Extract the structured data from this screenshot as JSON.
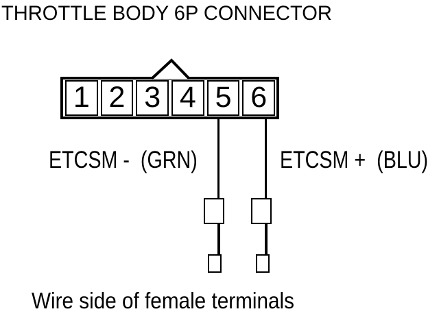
{
  "title": "THROTTLE BODY 6P CONNECTOR",
  "connector": {
    "pin_count": 6,
    "pins": [
      "1",
      "2",
      "3",
      "4",
      "5",
      "6"
    ]
  },
  "signals": {
    "left": {
      "label": "ETCSM -  (GRN)",
      "name": "ETCSM -",
      "wire_color": "GRN",
      "pin": "5"
    },
    "right": {
      "label": "ETCSM +  (BLU)",
      "name": "ETCSM +",
      "wire_color": "BLU",
      "pin": "6"
    }
  },
  "caption": "Wire side of female terminals",
  "colors": {
    "ink": "#000000",
    "background": "#ffffff"
  }
}
